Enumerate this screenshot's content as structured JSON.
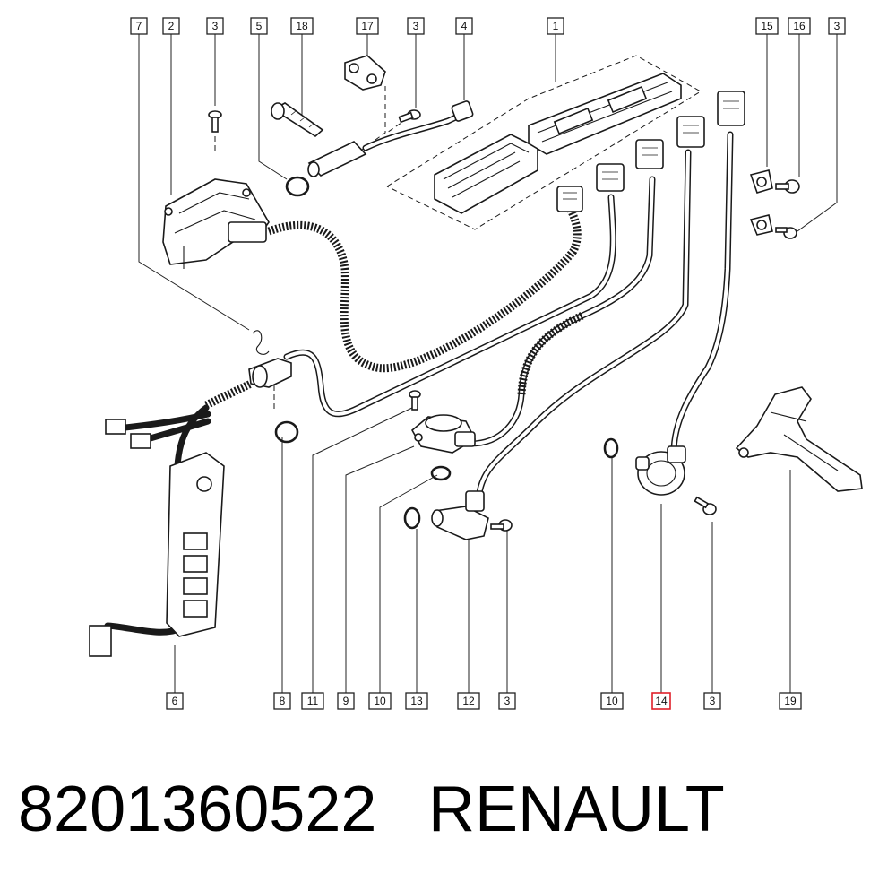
{
  "footer": {
    "part_number": "8201360522",
    "brand": "RENAULT"
  },
  "callouts": {
    "top": [
      "7",
      "2",
      "3",
      "5",
      "18",
      "17",
      "3",
      "4",
      "1",
      "15",
      "16",
      "3"
    ],
    "bottom": [
      "6",
      "8",
      "11",
      "9",
      "10",
      "13",
      "12",
      "3",
      "10",
      "14",
      "3",
      "19"
    ]
  },
  "highlight": {
    "label": "14",
    "color": "#e0202a"
  },
  "colors": {
    "line": "#1a1a1a",
    "background": "#ffffff"
  }
}
